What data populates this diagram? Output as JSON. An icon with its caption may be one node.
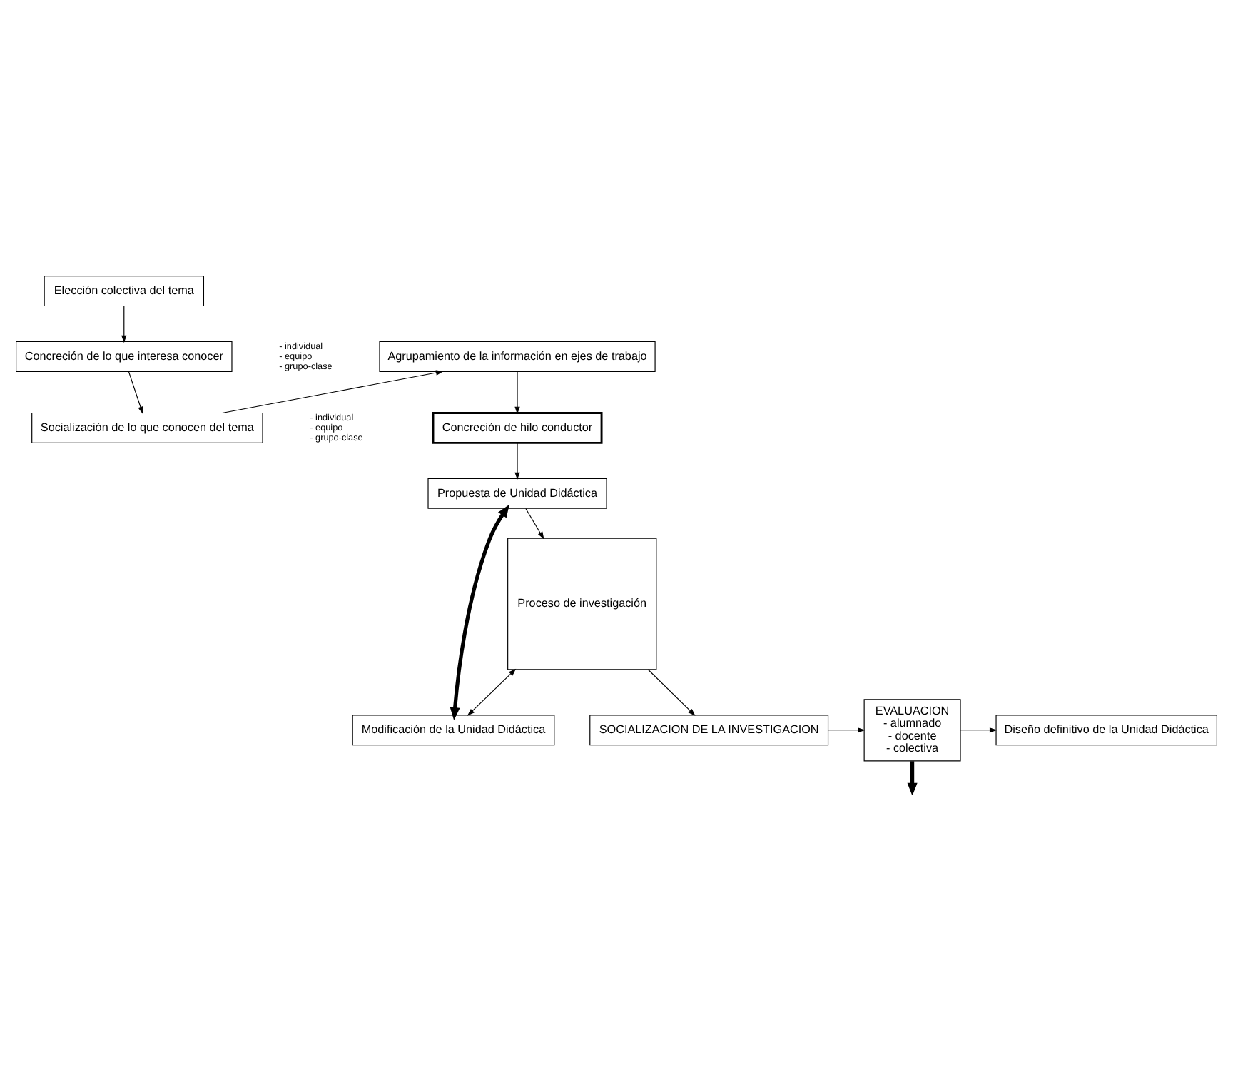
{
  "diagram": {
    "nodes": [
      {
        "text": [
          "Elección colectiva del tema"
        ]
      },
      {
        "text": [
          "Concreción de lo que interesa conocer"
        ],
        "beside": [
          "- individual",
          "- equipo",
          "- grupo-clase"
        ]
      },
      {
        "text": [
          "Socialización de lo que conocen del tema"
        ],
        "beside": [
          "- individual",
          "- equipo",
          "- grupo-clase"
        ]
      },
      {
        "text": [
          "Agrupamiento de la información en ejes de trabajo"
        ]
      },
      {
        "text": [
          "Concreción de hilo conductor"
        ]
      },
      {
        "text": [
          "Propuesta de Unidad Didáctica"
        ]
      },
      {
        "text": [
          "Proceso de investigación"
        ]
      },
      {
        "text": [
          "Modificación de la Unidad Didáctica"
        ]
      },
      {
        "text": [
          "SOCIALIZACION DE LA INVESTIGACION"
        ]
      },
      {
        "text": [
          "EVALUACION",
          "- alumnado",
          "- docente",
          "- colectiva"
        ]
      },
      {
        "text": [
          "Diseño definitivo de la Unidad Didáctica"
        ]
      }
    ],
    "edges": [
      {
        "from": 0,
        "to": 1,
        "arrow": "to"
      },
      {
        "from": 1,
        "to": 2,
        "arrow": "to"
      },
      {
        "from": 2,
        "to": 3,
        "arrow": "to"
      },
      {
        "from": 3,
        "to": 4,
        "arrow": "to"
      },
      {
        "from": 4,
        "to": 5,
        "arrow": "to"
      },
      {
        "from": 5,
        "to": 6,
        "arrow": "to"
      },
      {
        "from": 6,
        "to": 7,
        "arrow": "both"
      },
      {
        "from": 5,
        "to": 7,
        "arrow": "both",
        "style": "thick"
      },
      {
        "from": 9,
        "to": null,
        "arrow": "to",
        "style": "thick"
      },
      {
        "from": 6,
        "to": 8,
        "arrow": "to"
      },
      {
        "from": 8,
        "to": 9,
        "arrow": "to"
      },
      {
        "from": 9,
        "to": 10,
        "arrow": "to"
      }
    ]
  }
}
